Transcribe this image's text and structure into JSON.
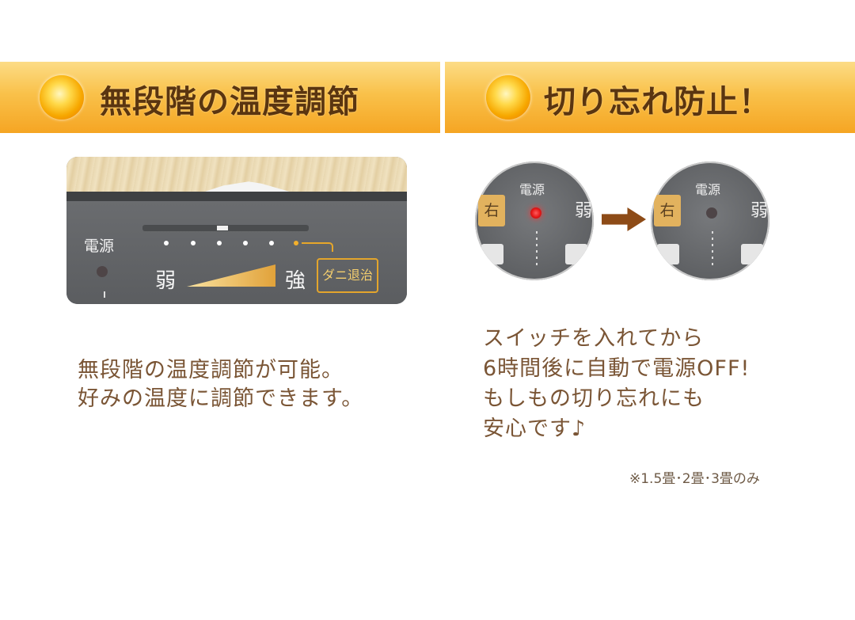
{
  "left": {
    "banner_title": "無段階の温度調節",
    "panel": {
      "power_label": "電源",
      "weak_label": "弱",
      "strong_label": "強",
      "mite_label": "ダニ退治"
    },
    "description": "無段階の温度調節が可能。\n好みの温度に調節できます。"
  },
  "right": {
    "banner_title": "切り忘れ防止！",
    "closeup": {
      "power_label": "電源",
      "right_label": "右",
      "weak_label": "弱"
    },
    "description": "スイッチを入れてから\n6時間後に自動で電源OFF!\nもしもの切り忘れにも\n安心です♪",
    "note": "※1.5畳･2畳･3畳のみ"
  },
  "colors": {
    "banner_orange": "#f9c14a",
    "title_brown": "#5a3510",
    "text_brown": "#7a5535",
    "arrow_brown": "#8d4b17",
    "lamp_red": "#e41616"
  },
  "icons": [
    "sun-orb-icon",
    "right-arrow-icon"
  ]
}
